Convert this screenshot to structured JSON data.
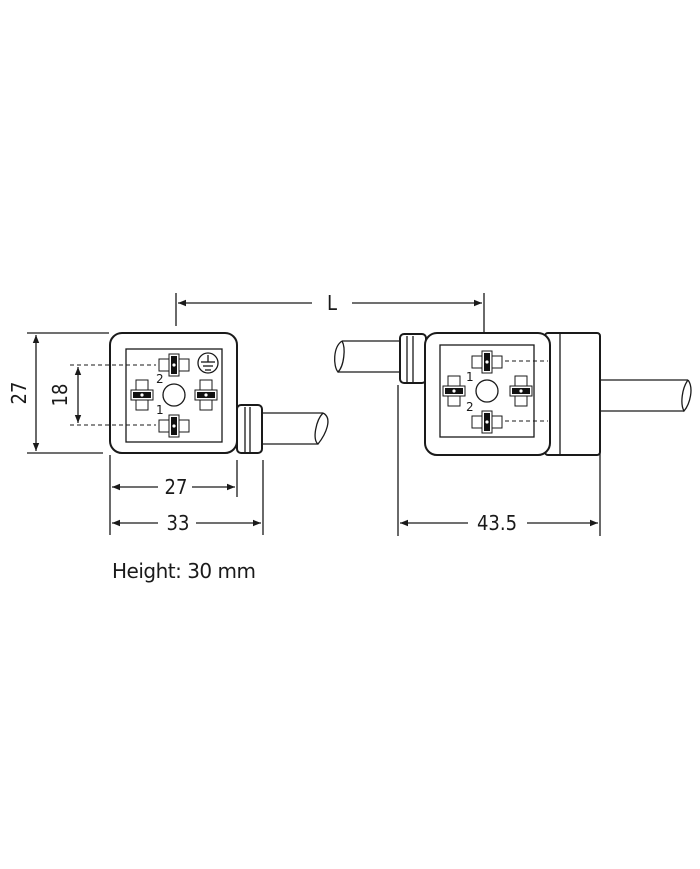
{
  "drawing": {
    "length_label": "L",
    "left_view": {
      "height_dim": "27",
      "pin_spacing_dim": "18",
      "body_width_dim": "27",
      "overall_width_dim": "33",
      "pin_labels": [
        "2",
        "1"
      ]
    },
    "right_view": {
      "overall_width_dim": "43.5",
      "pin_labels": [
        "1",
        "2"
      ]
    },
    "height_note": "Height: 30 mm",
    "icons": [
      "ground-symbol-icon",
      "contact-pin-icon"
    ]
  }
}
